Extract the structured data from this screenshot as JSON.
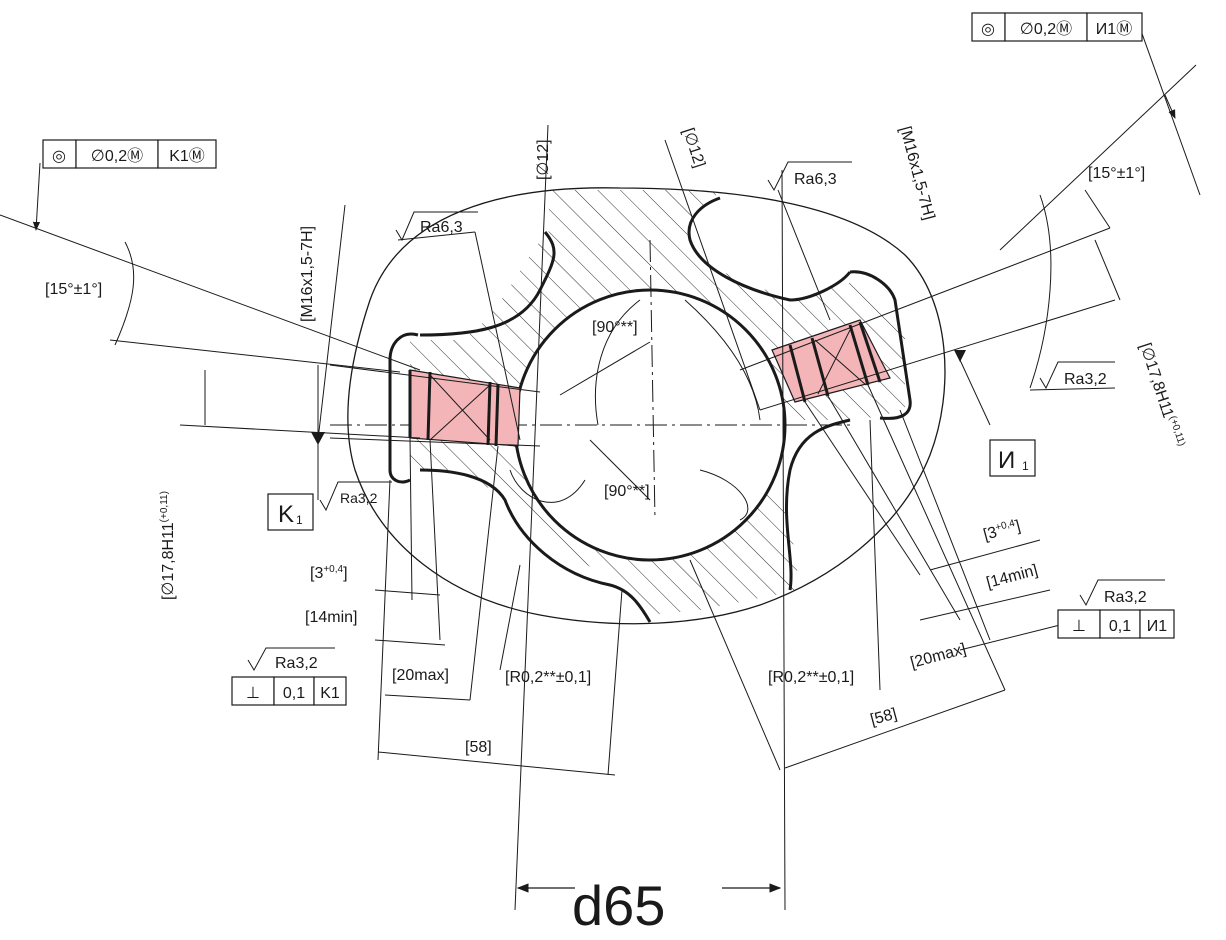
{
  "colors": {
    "line": "#1a1a1a",
    "thread_fill": "#f3b5b8",
    "background": "#ffffff"
  },
  "feature_frames": {
    "top_right": {
      "symbol": "◎",
      "tolerance": "∅0,2Ⓜ",
      "datum": "И1Ⓜ"
    },
    "left": {
      "symbol": "◎",
      "tolerance": "∅0,2Ⓜ",
      "datum": "K1Ⓜ"
    },
    "perp_right": {
      "symbol": "⊥",
      "tolerance": "0,1",
      "datum": "И1"
    },
    "perp_left": {
      "symbol": "⊥",
      "tolerance": "0,1",
      "datum": "K1"
    }
  },
  "roughness": {
    "ra63_left": "Ra6,3",
    "ra63_right": "Ra6,3",
    "ra32_k": "Ra3,2",
    "ra32_right_mid": "Ra3,2",
    "ra32_right_frame": "Ra3,2",
    "ra32_left_frame": "Ra3,2"
  },
  "datums": {
    "k": "K",
    "k_sub": "1",
    "i": "И",
    "i_sub": "1"
  },
  "dimensions": {
    "angle_left": "[15°±1°]",
    "angle_right": "[15°±1°]",
    "thread_left": "[M16x1,5-7H]",
    "thread_right": "[M16x1,5-7H]",
    "dia12_left": "[∅12]",
    "dia12_right": "[∅12]",
    "angle90_top": "[90°**]",
    "angle90_bottom": "[90°**]",
    "dia178_left": "[∅17,8H11",
    "dia178_left_tol": "(+0,11)",
    "dia178_right": "[∅17,8H11",
    "dia178_right_tol": "(+0,11)",
    "depth3_left": "[3",
    "depth3_left_tol": "+0,4",
    "depth3_left_end": "]",
    "depth3_right": "[3",
    "depth3_right_tol": "+0,4",
    "depth3_right_end": "]",
    "min14_left": "[14min]",
    "min14_right": "[14min]",
    "max20_left": "[20max]",
    "max20_right": "[20max]",
    "radius_left": "[R0,2**±0,1]",
    "radius_right": "[R0,2**±0,1]",
    "len58_left": "[58]",
    "len58_right": "[58]",
    "d65": "d65"
  }
}
